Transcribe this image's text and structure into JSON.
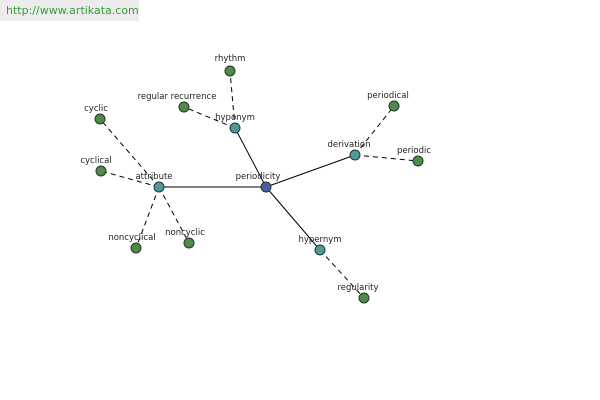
{
  "source_url": "http://www.artikata.com",
  "colors": {
    "center_node": "#4c5ea8",
    "relation_node": "#4f9a98",
    "leaf_node": "#4f8a4b"
  },
  "nodes": {
    "periodicity": {
      "label": "periodicity",
      "kind": "center"
    },
    "hyponym": {
      "label": "hyponym",
      "kind": "relation"
    },
    "derivation": {
      "label": "derivation",
      "kind": "relation"
    },
    "attribute": {
      "label": "attribute",
      "kind": "relation"
    },
    "hypernym": {
      "label": "hypernym",
      "kind": "relation"
    },
    "rhythm": {
      "label": "rhythm",
      "kind": "leaf"
    },
    "regular_recurrence": {
      "label": "regular recurrence",
      "kind": "leaf"
    },
    "periodical": {
      "label": "periodical",
      "kind": "leaf"
    },
    "periodic": {
      "label": "periodic",
      "kind": "leaf"
    },
    "cyclic": {
      "label": "cyclic",
      "kind": "leaf"
    },
    "cyclical": {
      "label": "cyclical",
      "kind": "leaf"
    },
    "noncyclical": {
      "label": "noncyclical",
      "kind": "leaf"
    },
    "noncyclic": {
      "label": "noncyclic",
      "kind": "leaf"
    },
    "regularity": {
      "label": "regularity",
      "kind": "leaf"
    }
  },
  "edges": [
    {
      "from": "periodicity",
      "to": "hyponym",
      "style": "solid"
    },
    {
      "from": "periodicity",
      "to": "derivation",
      "style": "solid"
    },
    {
      "from": "periodicity",
      "to": "attribute",
      "style": "solid"
    },
    {
      "from": "periodicity",
      "to": "hypernym",
      "style": "solid"
    },
    {
      "from": "hyponym",
      "to": "rhythm",
      "style": "dashed"
    },
    {
      "from": "hyponym",
      "to": "regular_recurrence",
      "style": "dashed"
    },
    {
      "from": "derivation",
      "to": "periodical",
      "style": "dashed"
    },
    {
      "from": "derivation",
      "to": "periodic",
      "style": "dashed"
    },
    {
      "from": "attribute",
      "to": "cyclic",
      "style": "dashed"
    },
    {
      "from": "attribute",
      "to": "cyclical",
      "style": "dashed"
    },
    {
      "from": "attribute",
      "to": "noncyclical",
      "style": "dashed"
    },
    {
      "from": "attribute",
      "to": "noncyclic",
      "style": "dashed"
    },
    {
      "from": "hypernym",
      "to": "regularity",
      "style": "dashed"
    }
  ]
}
